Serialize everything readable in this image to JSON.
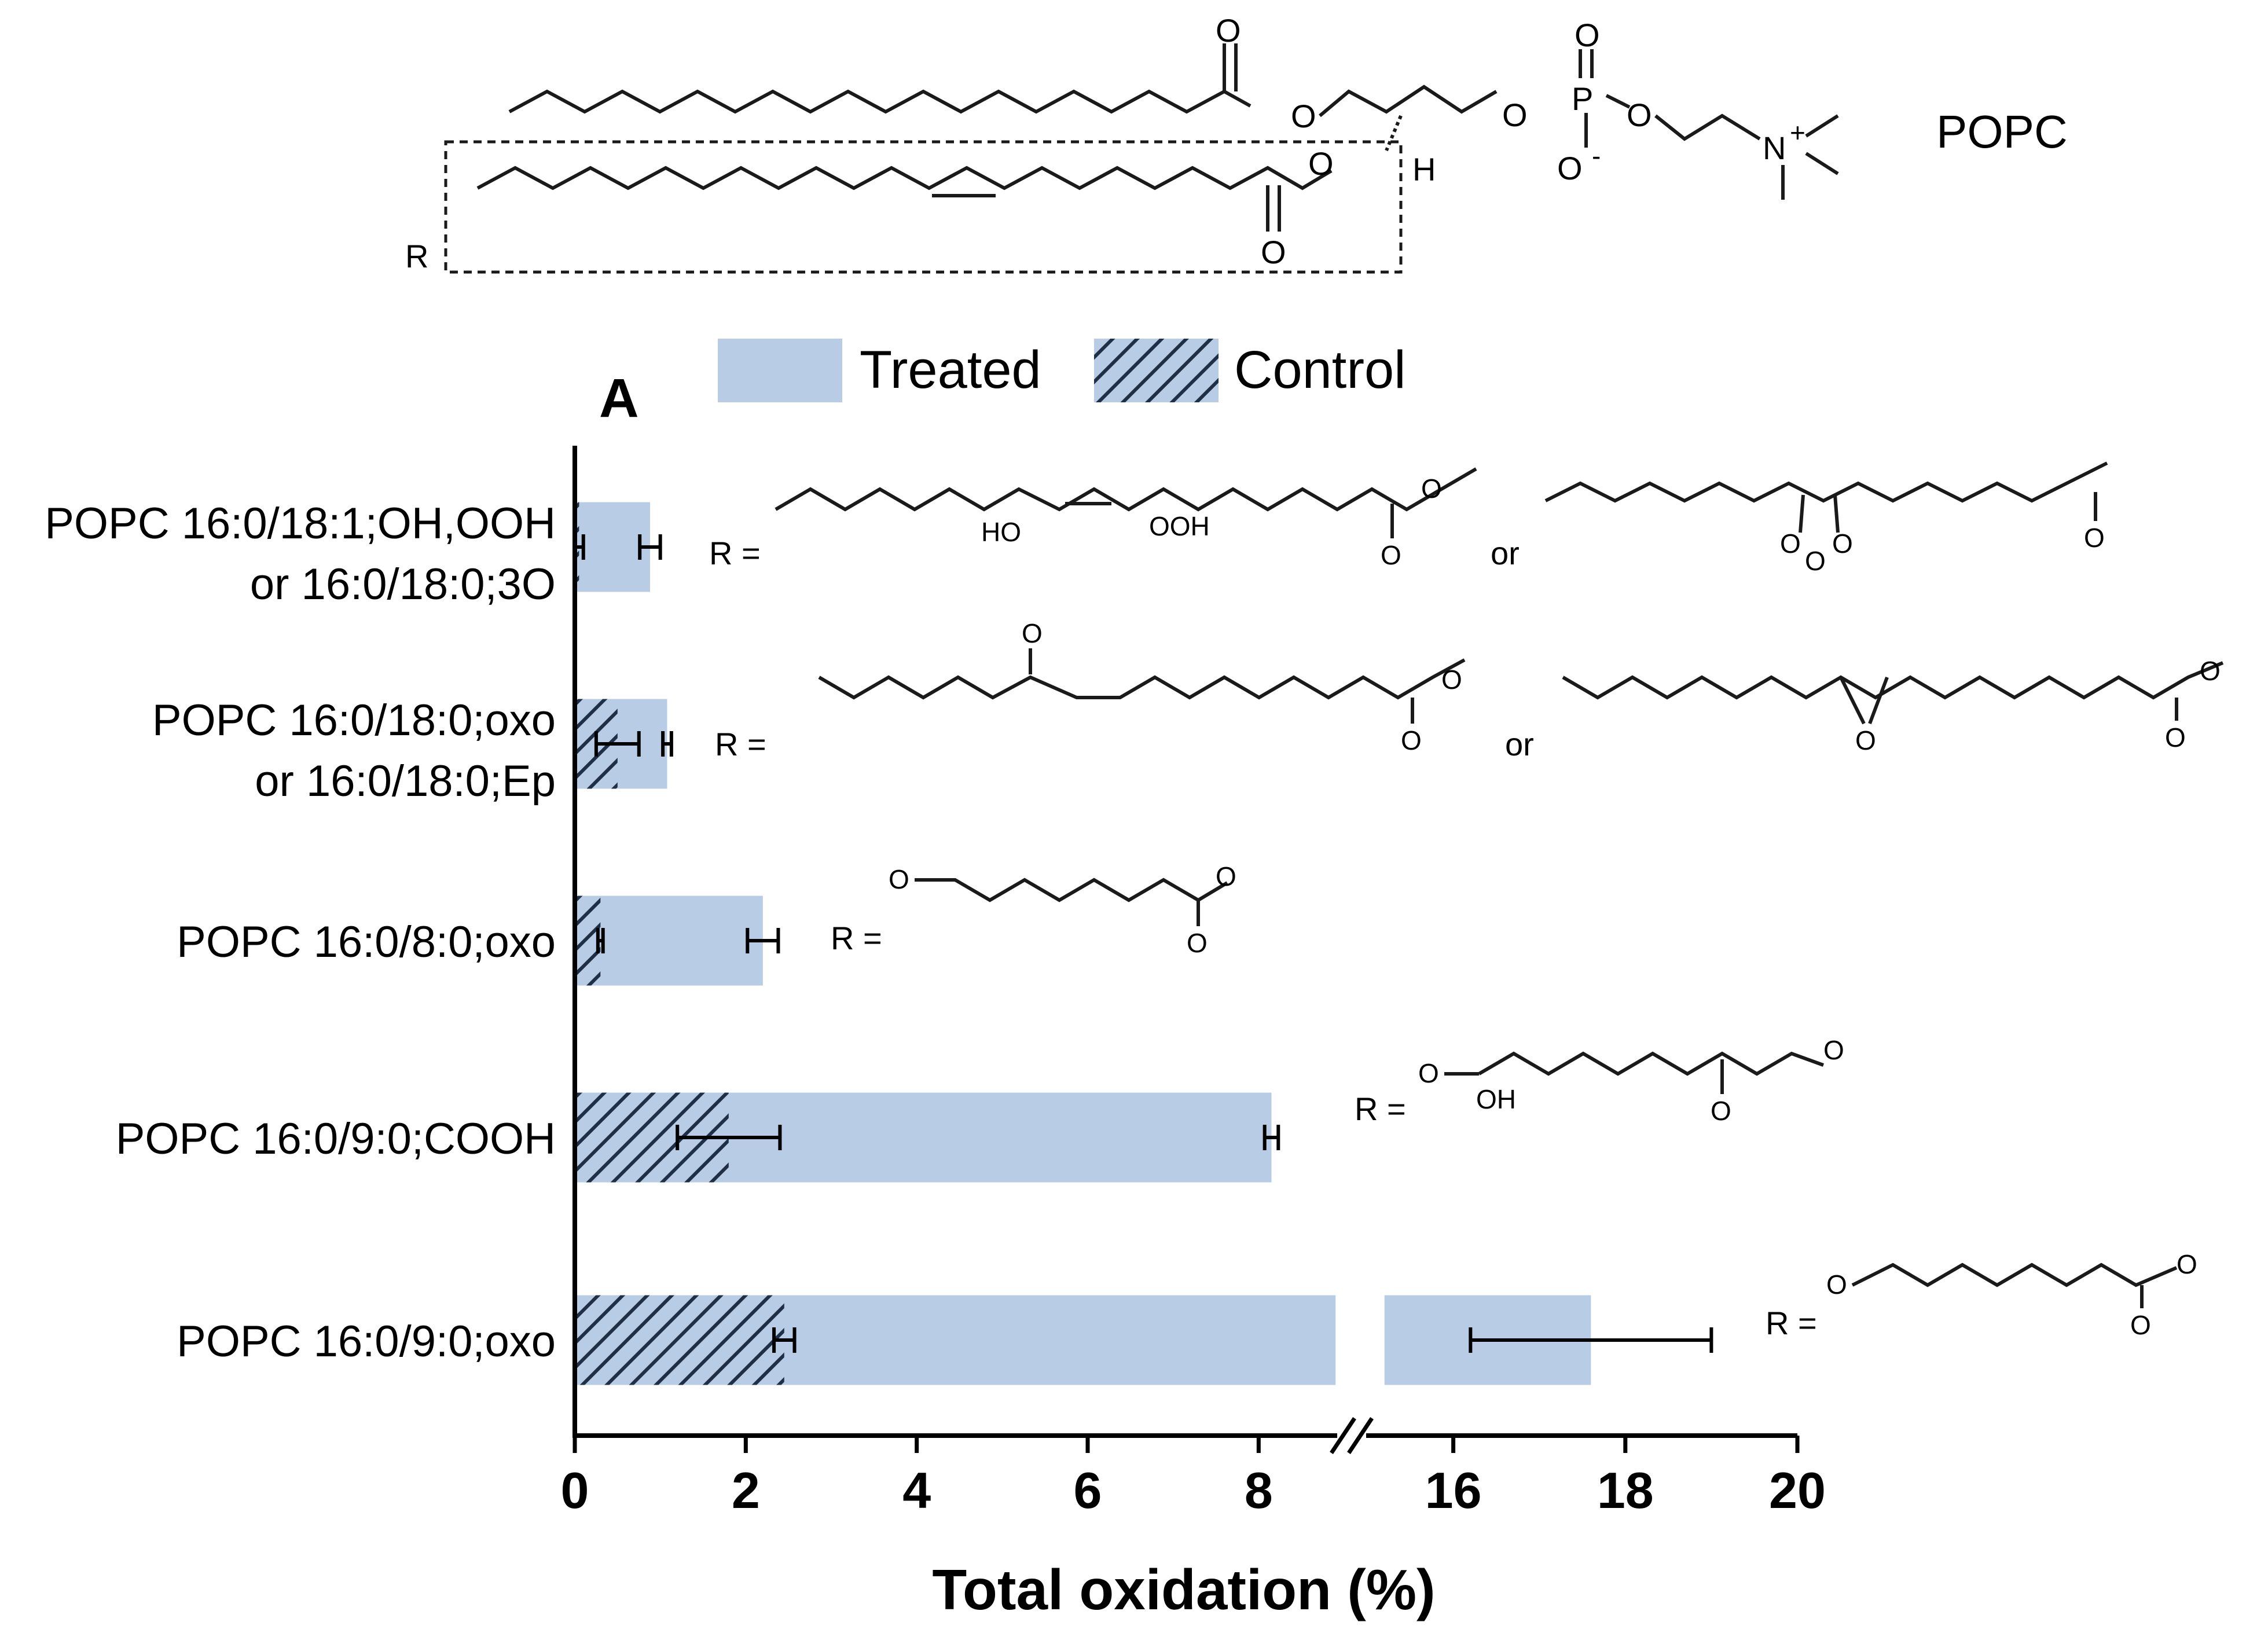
{
  "figure": {
    "panel_label": "A",
    "molecule_name": "POPC",
    "r_label": "R",
    "r_equals": "R =",
    "or_label": "or",
    "atoms": {
      "O": "O",
      "P": "P",
      "H": "H",
      "N": "N",
      "plus": "+",
      "minus": "-",
      "HO": "HO",
      "OOH": "OOH",
      "OH": "OH"
    }
  },
  "colors": {
    "treated": "#b9cce6",
    "control_hatch": "#1f2f45",
    "axis": "#000000"
  },
  "chart_data": {
    "type": "bar",
    "orientation": "horizontal",
    "categories": [
      "POPC 16:0/18:1;OH,OOH\nor 16:0/18:0;3O",
      "POPC 16:0/18:0;oxo\nor 16:0/18:0;Ep",
      "POPC 16:0/8:0;oxo",
      "POPC 16:0/9:0;COOH",
      "POPC 16:0/9:0;oxo"
    ],
    "series": [
      {
        "name": "Treated",
        "values": [
          0.88,
          1.08,
          2.2,
          8.15,
          17.6
        ],
        "error": [
          0.12,
          0.05,
          0.18,
          0.08,
          1.4
        ]
      },
      {
        "name": "Control",
        "values": [
          0.05,
          0.5,
          0.3,
          1.8,
          2.45
        ],
        "error": [
          0.05,
          0.25,
          0.03,
          0.6,
          0.12
        ]
      }
    ],
    "xlabel": "Total oxidation (%)",
    "xticks": [
      "0",
      "2",
      "4",
      "6",
      "8",
      "16",
      "18",
      "20"
    ],
    "xlim": [
      0,
      20
    ],
    "axis_break": [
      9,
      15
    ],
    "legend": {
      "position": "top",
      "entries": [
        "Treated",
        "Control"
      ]
    }
  }
}
